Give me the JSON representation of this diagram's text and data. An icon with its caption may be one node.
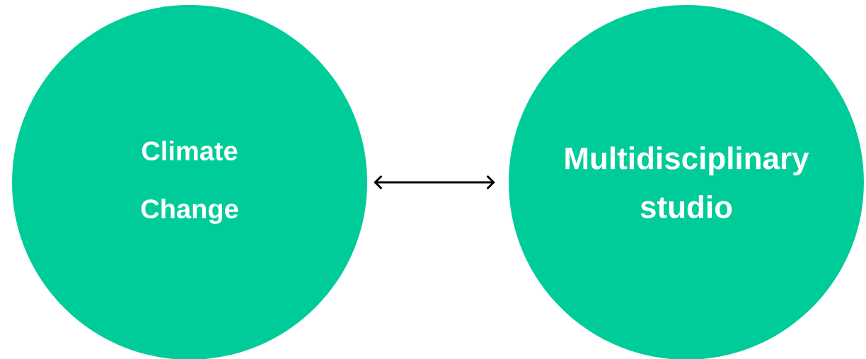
{
  "diagram": {
    "nodes": [
      {
        "text": [
          "Climate Change"
        ]
      },
      {
        "text": [
          "Multidisciplinary studio"
        ]
      }
    ],
    "edges": [
      {
        "from": 0,
        "to": 1,
        "arrow": "both"
      }
    ]
  }
}
